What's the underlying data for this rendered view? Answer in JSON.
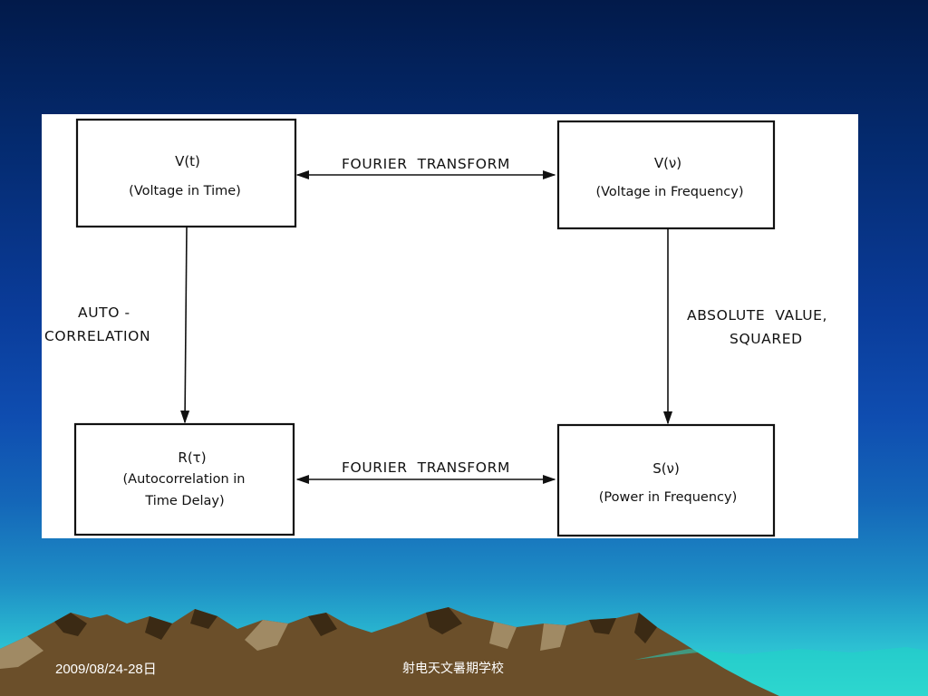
{
  "diagram": {
    "nodes": [
      {
        "id": "vt",
        "title": "V(t)",
        "subtitle": [
          "(Voltage in Time)"
        ]
      },
      {
        "id": "vnu",
        "title": "V(ν)",
        "subtitle": [
          "(Voltage in Frequency)"
        ]
      },
      {
        "id": "rtau",
        "title": "R(τ)",
        "subtitle": [
          "(Autocorrelation in",
          "Time Delay)"
        ]
      },
      {
        "id": "snu",
        "title": "S(ν)",
        "subtitle": [
          "(Power in Frequency)"
        ]
      }
    ],
    "edges": [
      {
        "from": "vt",
        "to": "vnu",
        "label": [
          "FOURIER  TRANSFORM"
        ],
        "direction": "both"
      },
      {
        "from": "rtau",
        "to": "snu",
        "label": [
          "FOURIER  TRANSFORM"
        ],
        "direction": "both"
      },
      {
        "from": "vt",
        "to": "rtau",
        "label": [
          "AUTO -",
          "CORRELATION"
        ],
        "direction": "forward"
      },
      {
        "from": "vnu",
        "to": "snu",
        "label": [
          "ABSOLUTE  VALUE,",
          "SQUARED"
        ],
        "direction": "forward"
      }
    ]
  },
  "footer": {
    "date": "2009/08/24-28日",
    "organization": "射电天文暑期学校"
  },
  "colors": {
    "sky_top": "#021a4a",
    "sky_bottom": "#3fd9dc",
    "mountain_brown": "#6b4f2a",
    "mountain_light": "#a08a64"
  }
}
